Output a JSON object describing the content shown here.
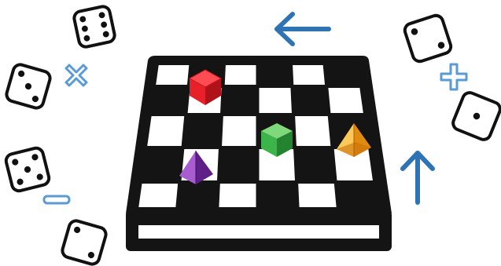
{
  "colors": {
    "background": "#ffffff",
    "board_dark": "#141414",
    "board_light": "#ffffff",
    "accent_blue": "#2e74b5",
    "operator_outline": "#5a9bd4",
    "red_cube": "#e8202a",
    "green_cube": "#3cb44a",
    "orange_pyramid": "#f5a623",
    "purple_pyramid": "#7b2fa6"
  },
  "dice": [
    {
      "name": "die-six",
      "pips": 6
    },
    {
      "name": "die-three",
      "pips": 3
    },
    {
      "name": "die-five",
      "pips": 5
    },
    {
      "name": "die-two",
      "pips": 2
    },
    {
      "name": "die-two-right",
      "pips": 2
    },
    {
      "name": "die-one",
      "pips": 1
    }
  ],
  "operators": [
    {
      "name": "multiply-icon",
      "symbol": "times"
    },
    {
      "name": "plus-icon",
      "symbol": "plus"
    },
    {
      "name": "minus-icon",
      "symbol": "minus"
    }
  ],
  "arrows": [
    {
      "name": "arrow-left-icon",
      "direction": "left"
    },
    {
      "name": "arrow-up-icon",
      "direction": "up"
    }
  ],
  "pieces": [
    {
      "name": "red-cube-piece",
      "shape": "cube",
      "color": "red"
    },
    {
      "name": "green-cube-piece",
      "shape": "cube",
      "color": "green"
    },
    {
      "name": "orange-pyramid-piece",
      "shape": "pyramid",
      "color": "orange"
    },
    {
      "name": "purple-pyramid-piece",
      "shape": "pyramid",
      "color": "purple"
    }
  ],
  "board": {
    "rows": 5,
    "cols": 6
  }
}
